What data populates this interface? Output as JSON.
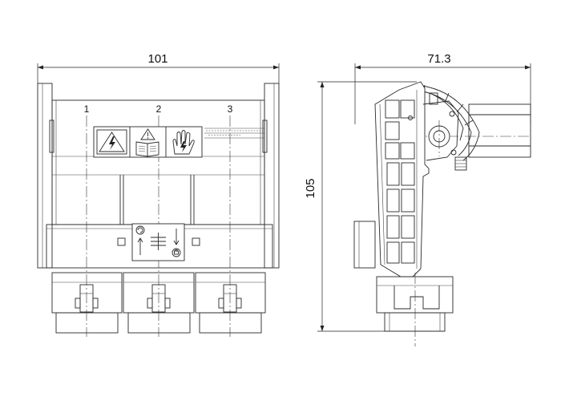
{
  "dimensions": {
    "width_front": "101",
    "width_side": "71.3",
    "height": "105"
  },
  "pole_labels": [
    "1",
    "2",
    "3"
  ],
  "icons": {
    "warning_1": "electric-shock-warning-icon",
    "warning_2": "read-manual-warning-icon",
    "warning_3": "do-not-touch-hand-icon",
    "handle_1": "rotate-arrow-icon",
    "handle_2": "lock-icon"
  },
  "colors": {
    "line": "#2a2a2a",
    "background": "#ffffff"
  }
}
